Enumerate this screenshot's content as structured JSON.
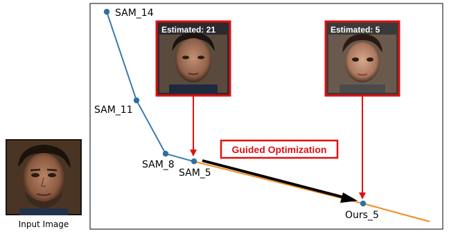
{
  "input": {
    "caption": "Input Image"
  },
  "diagram": {
    "points": [
      {
        "label": "SAM_14"
      },
      {
        "label": "SAM_11"
      },
      {
        "label": "SAM_8"
      },
      {
        "label": "SAM_5"
      },
      {
        "label": "Ours_5"
      }
    ],
    "callouts": [
      {
        "label": "Estimated: 21"
      },
      {
        "label": "Estimated: 5"
      }
    ],
    "guided_label": "Guided Optimization",
    "colors": {
      "sam_line": "#3a7ab0",
      "ours_line": "#f28c1e",
      "highlight": "#e01010",
      "arrow": "#000000",
      "point": "#2e6fa3"
    }
  }
}
